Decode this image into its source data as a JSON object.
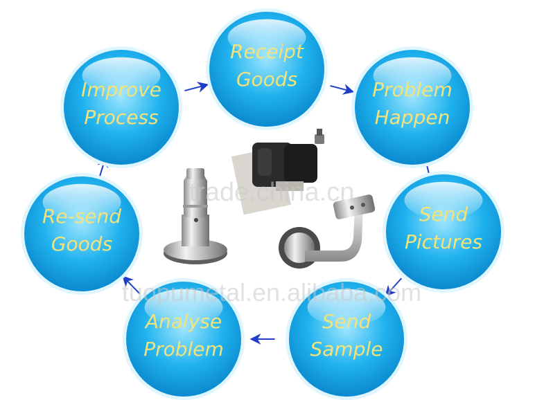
{
  "diagram": {
    "nodes": [
      {
        "id": "receipt-goods",
        "lines": [
          "Receipt",
          "Goods"
        ]
      },
      {
        "id": "problem-happen",
        "lines": [
          "Problem",
          "Happen"
        ]
      },
      {
        "id": "send-pictures",
        "lines": [
          "Send",
          "Pictures"
        ]
      },
      {
        "id": "send-sample",
        "lines": [
          "Send",
          "Sample"
        ]
      },
      {
        "id": "analyse-problem",
        "lines": [
          "Analyse",
          "Problem"
        ]
      },
      {
        "id": "re-send-goods",
        "lines": [
          "Re-send",
          "Goods"
        ]
      },
      {
        "id": "improve-process",
        "lines": [
          "Improve",
          "Process"
        ]
      }
    ],
    "cycle_order": [
      "receipt-goods",
      "problem-happen",
      "send-pictures",
      "send-sample",
      "analyse-problem",
      "re-send-goods",
      "improve-process"
    ],
    "colors": {
      "circle_light": "#bff0ff",
      "circle_mid": "#22b4ee",
      "circle_dark": "#0a8cd2",
      "ring": "#dff6ff",
      "text": "#f3e27a",
      "arrow": "#1e3ec8"
    }
  },
  "watermarks": {
    "center": "trade.china.cn",
    "bottom": "tuopumetal.en.alibaba.com"
  },
  "products": [
    {
      "name": "spigot-icon"
    },
    {
      "name": "glass-clamp-icon"
    },
    {
      "name": "handrail-bracket-icon"
    }
  ]
}
